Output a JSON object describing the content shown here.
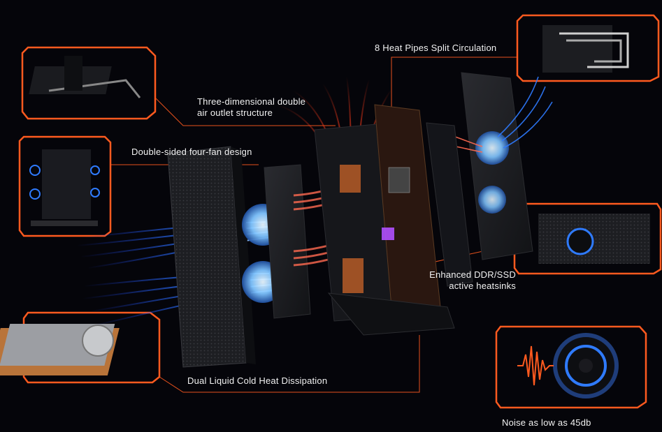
{
  "callouts": {
    "heat_pipes": "8 Heat Pipes Split Circulation",
    "air_outlet": "Three-dimensional double\nair outlet structure",
    "four_fan": "Double-sided four-fan design",
    "ddr_ssd": "Enhanced  DDR/SSD\nactive heatsinks",
    "liquid_cold": "Dual Liquid Cold Heat Dissipation",
    "noise": "Noise as low as 45db"
  },
  "colors": {
    "background": "#05050a",
    "accent_orange": "#ff5a1f",
    "airflow_blue": "#2f7bff",
    "airflow_red": "#ff3a1a",
    "text": "#f2f2f2"
  },
  "icons": [
    "fan-icon",
    "sound-wave-icon"
  ]
}
